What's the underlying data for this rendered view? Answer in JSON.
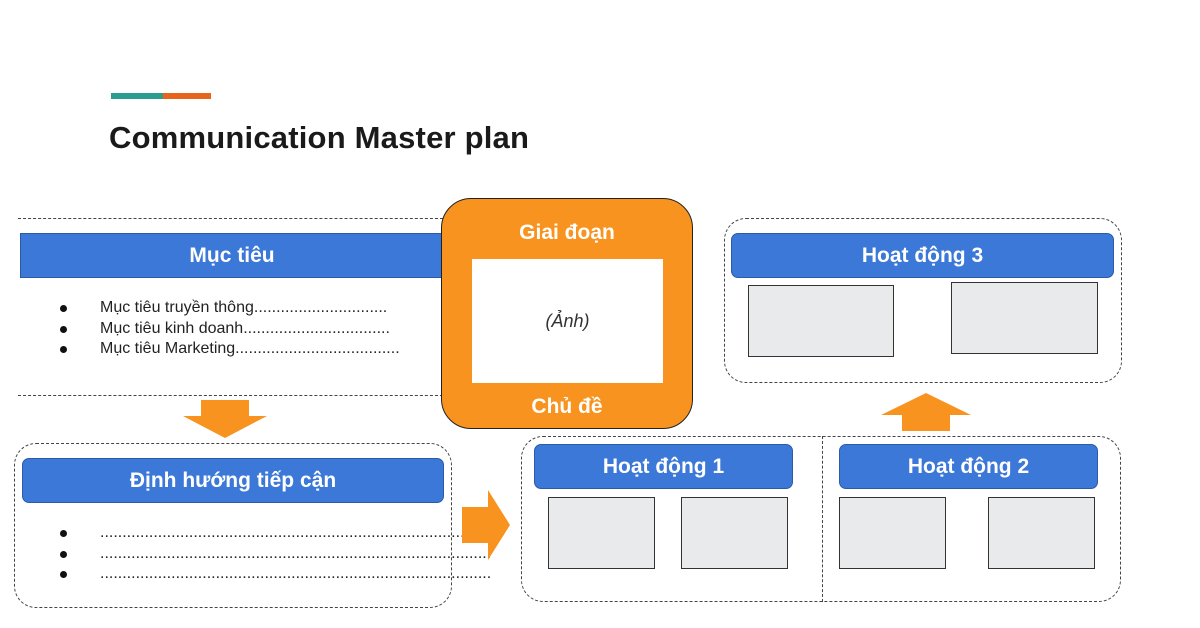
{
  "title": "Communication Master plan",
  "colors": {
    "accent_teal": "#2a9d8f",
    "accent_orange": "#e8641b",
    "header_blue": "#3b78d8",
    "card_orange": "#f7931e",
    "placeholder_grey": "#e8eaeb"
  },
  "objectives": {
    "header": "Mục tiêu",
    "items": [
      "Mục tiêu truyền thông..............................",
      "Mục tiêu kinh doanh.................................",
      "Mục tiêu Marketing....................................."
    ]
  },
  "approach": {
    "header": "Định hướng tiếp cận",
    "items": [
      "........................................................................................",
      "........................................................................................",
      "........................................................................................"
    ]
  },
  "phase_card": {
    "top_label": "Giai đoạn",
    "image_placeholder": "(Ảnh)",
    "bottom_label": "Chủ đề"
  },
  "activities": [
    {
      "label": "Hoạt động 1"
    },
    {
      "label": "Hoạt động 2"
    },
    {
      "label": "Hoạt động 3"
    }
  ]
}
